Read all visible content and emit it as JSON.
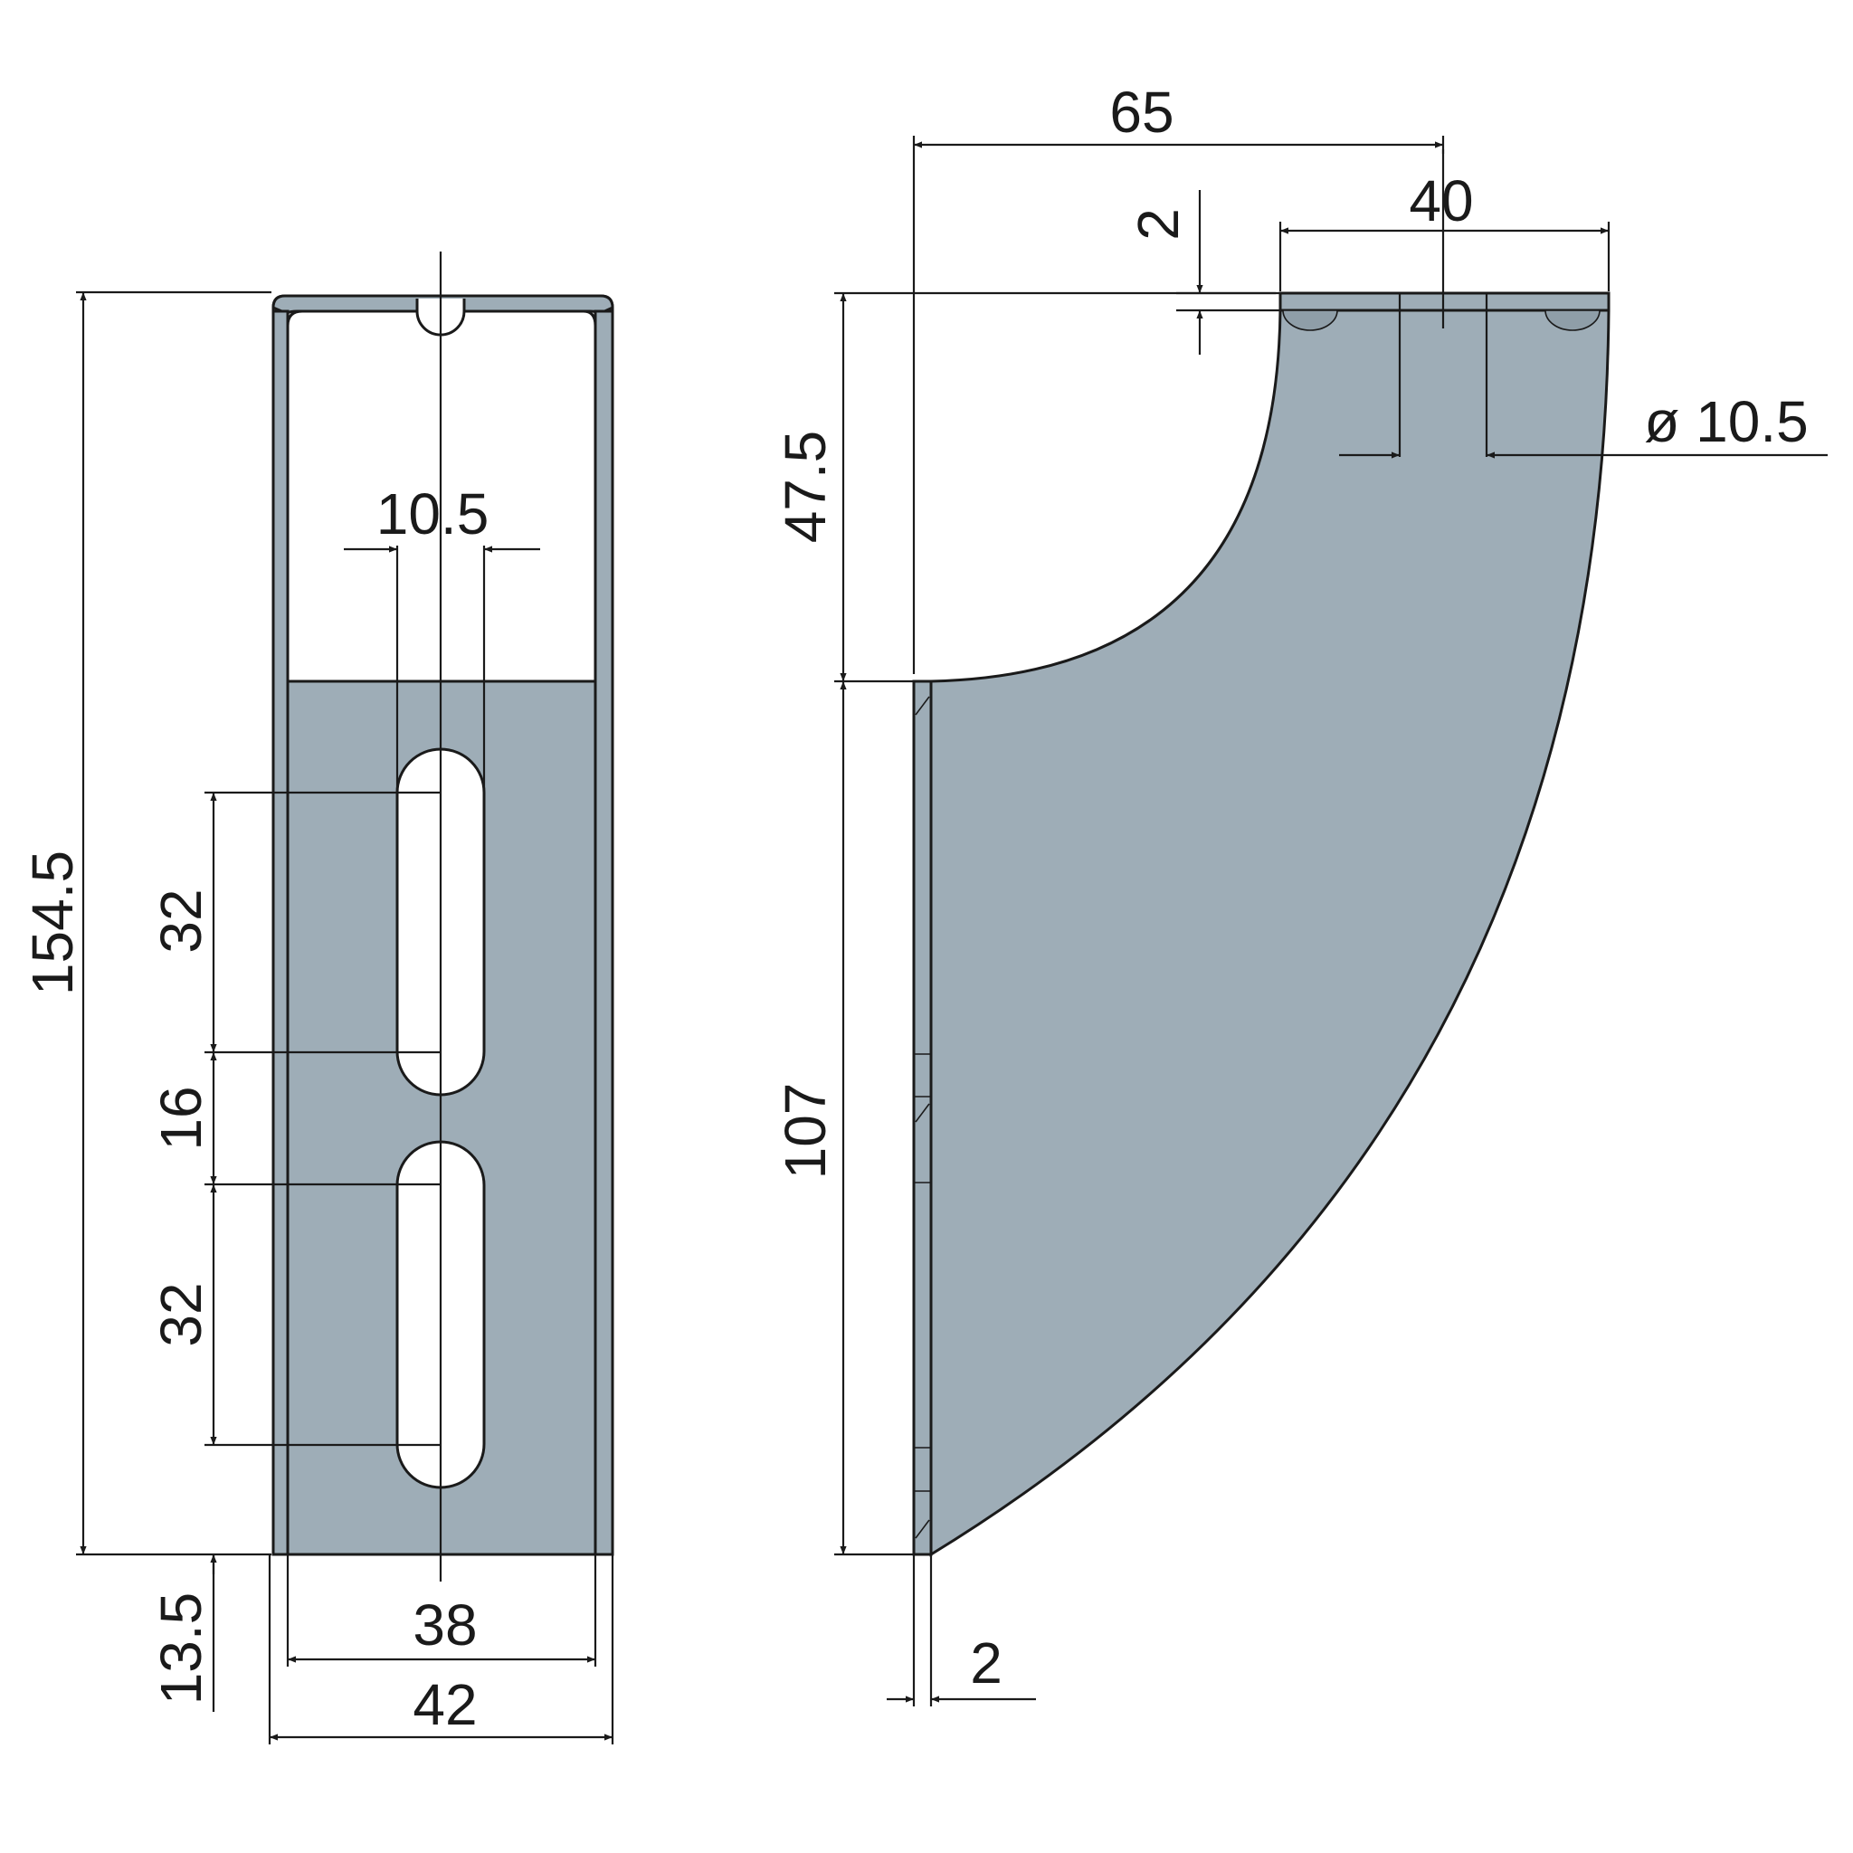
{
  "front_view": {
    "total_height": "154.5",
    "slot_width": "10.5",
    "slot_length_upper": "32",
    "slot_gap": "16",
    "slot_length_lower": "32",
    "bottom_offset": "13.5",
    "inner_width": "38",
    "outer_width": "42"
  },
  "side_view": {
    "overall_depth": "65",
    "flange_length": "40",
    "flange_thickness": "2",
    "upper_height": "47.5",
    "lower_height": "107",
    "hole_diameter": "ø 10.5",
    "wall_thickness": "2"
  },
  "colors": {
    "part_fill": "#9eadb7",
    "line": "#1a1a1a",
    "background": "#ffffff"
  }
}
